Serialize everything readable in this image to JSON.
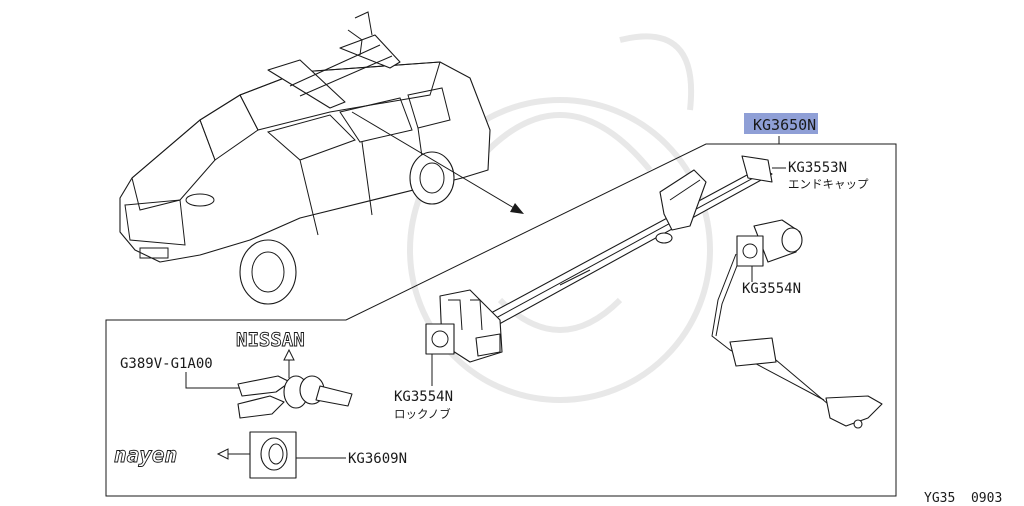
{
  "diagram": {
    "main_part": {
      "code": "KG3650N",
      "highlight": "#8f9fd6"
    },
    "callouts": [
      {
        "id": "end-cap",
        "code": "KG3553N",
        "desc": "エンドキャップ"
      },
      {
        "id": "lock-knob-right",
        "code": "KG3554N",
        "desc": ""
      },
      {
        "id": "lock-knob-left",
        "code": "KG3554N",
        "desc": "ロックノブ"
      },
      {
        "id": "key",
        "code": "G389V-G1A00",
        "desc": ""
      },
      {
        "id": "key-cylinder",
        "code": "KG3609N",
        "desc": ""
      }
    ],
    "logos": {
      "nissan": "NISSAN",
      "other": "nayen"
    },
    "figure_code": "YG35  0903"
  }
}
